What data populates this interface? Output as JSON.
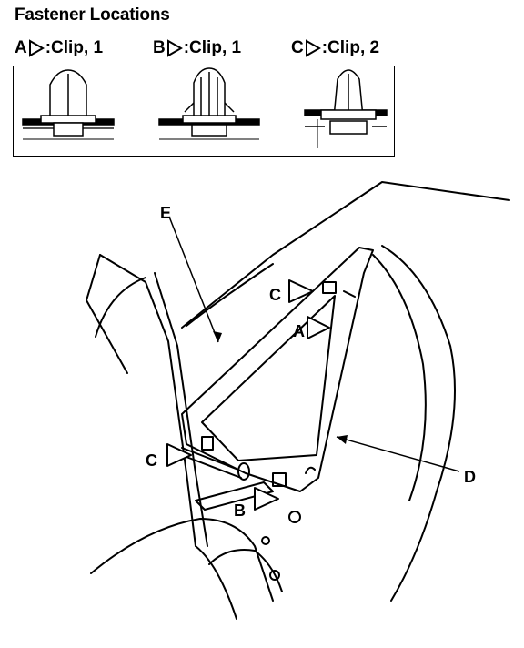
{
  "title": "Fastener Locations",
  "clips": [
    {
      "letter": "A",
      "text": ":Clip, 1"
    },
    {
      "letter": "B",
      "text": ":Clip, 1"
    },
    {
      "letter": "C",
      "text": ":Clip, 2"
    }
  ],
  "callouts": {
    "E": "E",
    "C_top": "C",
    "A": "A",
    "C_left": "C",
    "B": "B",
    "D": "D"
  }
}
